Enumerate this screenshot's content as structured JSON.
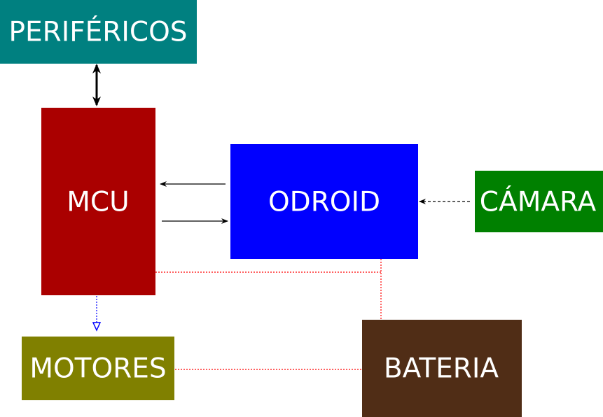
{
  "nodes": {
    "perifericos": {
      "label": "PERIFÉRICOS",
      "color": "#008080"
    },
    "mcu": {
      "label": "MCU",
      "color": "#aa0000"
    },
    "odroid": {
      "label": "ODROID",
      "color": "#0000ff"
    },
    "camara": {
      "label": "CÁMARA",
      "color": "#008000"
    },
    "motores": {
      "label": "MOTORES",
      "color": "#808000"
    },
    "bateria": {
      "label": "BATERIA",
      "color": "#502d16"
    }
  },
  "edges": {
    "control_color": "#000000",
    "motor_link_color": "#0000ff",
    "power_line_color": "#ff0000"
  }
}
